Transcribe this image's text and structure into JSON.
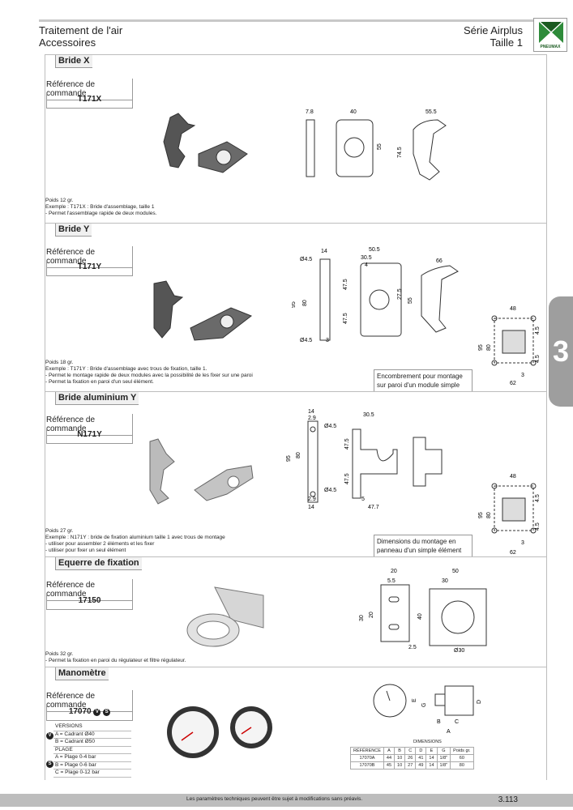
{
  "header": {
    "left_line1": "Traitement de l'air",
    "left_line2": "Accessoires",
    "right_line1": "Série Airplus",
    "right_line2": "Taille 1",
    "logo_text": "PNEUMAX"
  },
  "side_tab": "3",
  "sections": [
    {
      "title": "Bride X",
      "ref_label": "Référence de commande",
      "ref_code": "T171X",
      "notes": [
        "Poids 12 gr.",
        "Exemple : T171X : Bride d'assemblage, taille 1",
        "- Permet l'assemblage rapide de deux modules."
      ],
      "dims": [
        "7.8",
        "40",
        "55.5",
        "55",
        "74.5"
      ]
    },
    {
      "title": "Bride Y",
      "ref_label": "Référence de commande",
      "ref_code": "T171Y",
      "notes": [
        "Poids 18 gr.",
        "Exemple : T171Y : Bride d'assemblage avec trous de fixation, taille 1.",
        "- Permet le montage rapide de deux modules avec la possibilité de les fixer sur une paroi",
        "- Permet la fixation en paroi d'un seul élément."
      ],
      "boxnote": [
        "Encombrement pour montage",
        "sur paroi d'un module simple"
      ],
      "dims": [
        "14",
        "Ø4.5",
        "50.5",
        "30.5",
        "4",
        "66",
        "95",
        "80",
        "47.5",
        "47.5",
        "27.5",
        "55",
        "Ø4.5",
        "3",
        "48",
        "4.5",
        "95",
        "80",
        "4.5",
        "3",
        "62"
      ]
    },
    {
      "title": "Bride aluminium Y",
      "ref_label": "Référence de commande",
      "ref_code": "N171Y",
      "notes": [
        "Poids 27 gr.",
        "Exemple : N171Y : bride de fixation aluminium taille 1 avec trous de montage",
        "- utiliser pour assembler 2 éléments et les fixer",
        "- utiliser pour fixer un seul élément"
      ],
      "boxnote": [
        "Dimensions du montage en",
        "panneau d'un simple élément"
      ],
      "dims": [
        "14",
        "2.9",
        "Ø4.5",
        "30.5",
        "95",
        "80",
        "47.5",
        "47.5",
        "Ø4.5",
        "5",
        "2.9",
        "14",
        "47.7",
        "48",
        "4.5",
        "95",
        "80",
        "4.5",
        "3",
        "62"
      ]
    },
    {
      "title": "Equerre de fixation",
      "ref_label": "Référence de commande",
      "ref_code": "17150",
      "notes": [
        "Poids 32 gr.",
        "- Permet la fixation en paroi du régulateur et filtre régulateur."
      ],
      "dims": [
        "20",
        "50",
        "5.5",
        "30",
        "30",
        "20",
        "40",
        "2.5",
        "Ø30"
      ]
    },
    {
      "title": "Manomètre",
      "ref_label": "Référence de commande",
      "ref_code": "17070",
      "badge_v": "V",
      "badge_s": "S",
      "versions_title": "VERSIONS",
      "versions": [
        "A = Cadrant Ø40",
        "B = Cadrant Ø50"
      ],
      "plage_title": "PLAGE",
      "plages": [
        "A = Plage 0-4 bar",
        "B = Plage 0-6 bar",
        "C = Plage 0-12 bar"
      ],
      "dims": [
        "E",
        "G",
        "D",
        "B",
        "C",
        "A"
      ]
    }
  ],
  "dimensions_table": {
    "title": "DIMENSIONS",
    "headers": [
      "RÉFÉRENCE",
      "A",
      "B",
      "C",
      "D",
      "E",
      "G",
      "Poids gr."
    ],
    "rows": [
      [
        "17070A",
        "44",
        "10",
        "26",
        "41",
        "14",
        "1/8\"",
        "60"
      ],
      [
        "17070B",
        "45",
        "10",
        "27",
        "49",
        "14",
        "1/8\"",
        "80"
      ]
    ]
  },
  "footer": {
    "text": "Les paramètres techniques peuvent être sujet à modifications sans préavis.",
    "page": "3.113"
  }
}
